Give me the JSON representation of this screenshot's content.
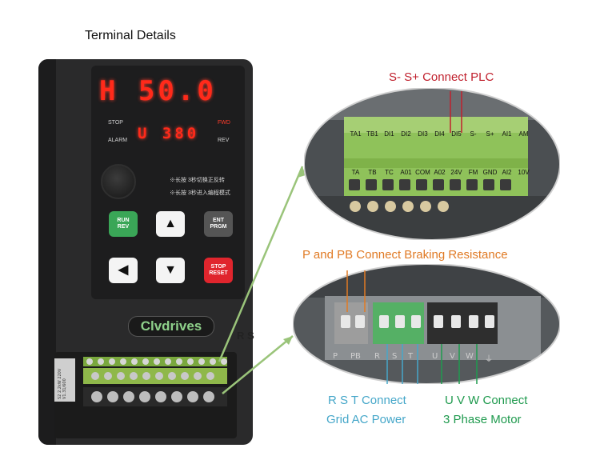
{
  "title": "Terminal Details",
  "display": {
    "main_digits": "H 50.0",
    "second_digits": "U 380",
    "stop_label": "STOP",
    "alarm_label": "ALARM",
    "fwd_label": "FWD",
    "rev_label": "REV",
    "hint1": "※长按  3秒切换正反转",
    "hint2": "※长按  3秒进入编程模式",
    "hint_run": "RUN REV",
    "hint_ent": "ENT PRGM"
  },
  "keys": {
    "run_rev": [
      "RUN",
      "REV"
    ],
    "up": "▲",
    "ent_prgm": [
      "ENT",
      "PRGM"
    ],
    "left": "◀",
    "down": "▼",
    "stop_reset": [
      "STOP",
      "RESET"
    ]
  },
  "brand": "Clvdrives",
  "rs_label": "R S",
  "sticker": "S2 2.2kW 220V V1.31/600",
  "callouts": {
    "plc": "S- S+ Connect PLC",
    "braking": "P and PB Connect Braking Resistance",
    "rst_line1": "R S T Connect",
    "rst_line2": "Grid AC Power",
    "uvw_line1": "U V W Connect",
    "uvw_line2": "3 Phase Motor"
  },
  "control_terminals": {
    "top_row": [
      "TA1",
      "TB1",
      "DI1",
      "DI2",
      "DI3",
      "DI4",
      "DI5",
      "S-",
      "S+",
      "AI1",
      "AM"
    ],
    "bottom_row": [
      "TA",
      "TB",
      "TC",
      "A01",
      "COM",
      "A02",
      "24V",
      "FM",
      "GND",
      "AI2",
      "10V"
    ]
  },
  "power_terminals": [
    "P",
    "PB",
    "R",
    "S",
    "T",
    "U",
    "V",
    "W",
    "⏚"
  ],
  "colors": {
    "red": "#c0202d",
    "orange": "#e07a24",
    "blue": "#46a7c9",
    "green": "#1f9a4e",
    "connector": "#8fb84a"
  }
}
